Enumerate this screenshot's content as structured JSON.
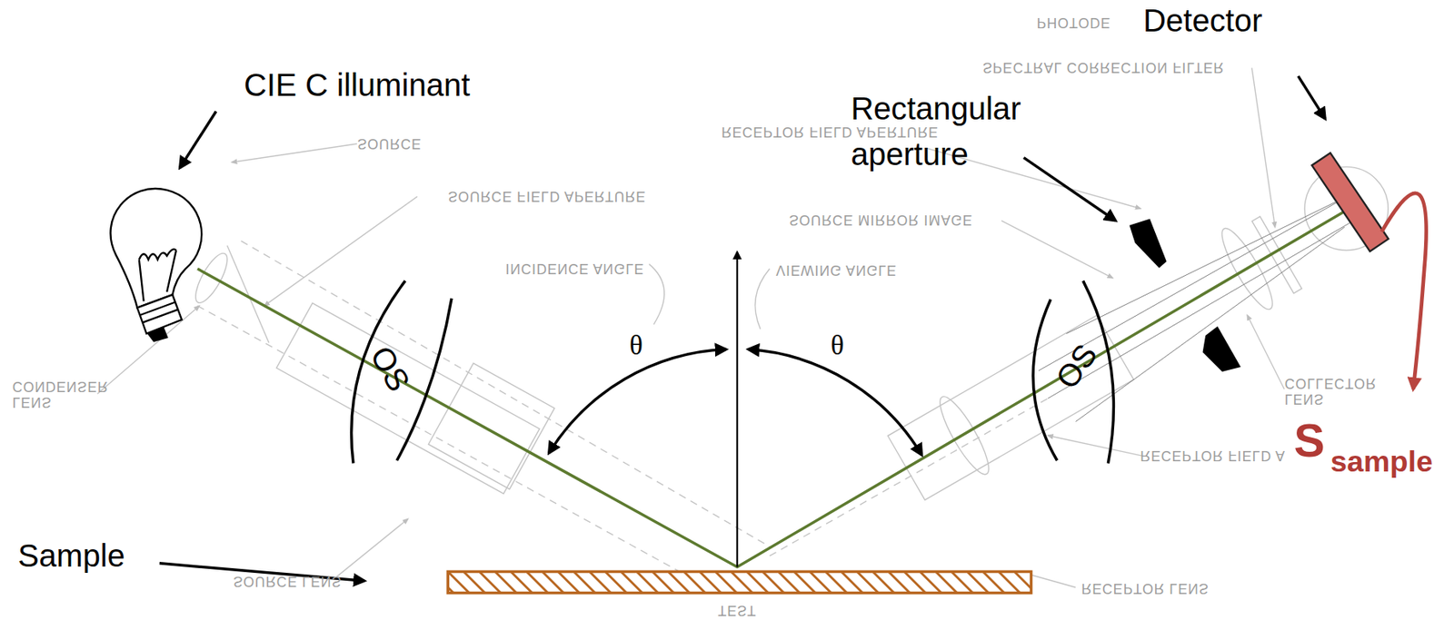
{
  "diagram": {
    "labels": [
      "CIE C illuminant",
      "Detector",
      "Rectangular aperture",
      "Sample",
      "OS",
      "OS",
      "θ",
      "θ",
      "S",
      "sample",
      "PHOTODE",
      "SPECTRAL CORRECTION FILTER",
      "RECEPTOR FIELD APERTURE",
      "SOURCE",
      "SOURCE FIELD APERTURE",
      "SOURCE MIRROR IMAGE",
      "INCIDENCE ANGLE",
      "VIEWING ANGLE",
      "LENS CONDENSER",
      "LENS COLLECTOR",
      "RECEPTOR FIELD A",
      "SOURCE LENS",
      "TEST",
      "RECEPTOR LENS"
    ]
  }
}
